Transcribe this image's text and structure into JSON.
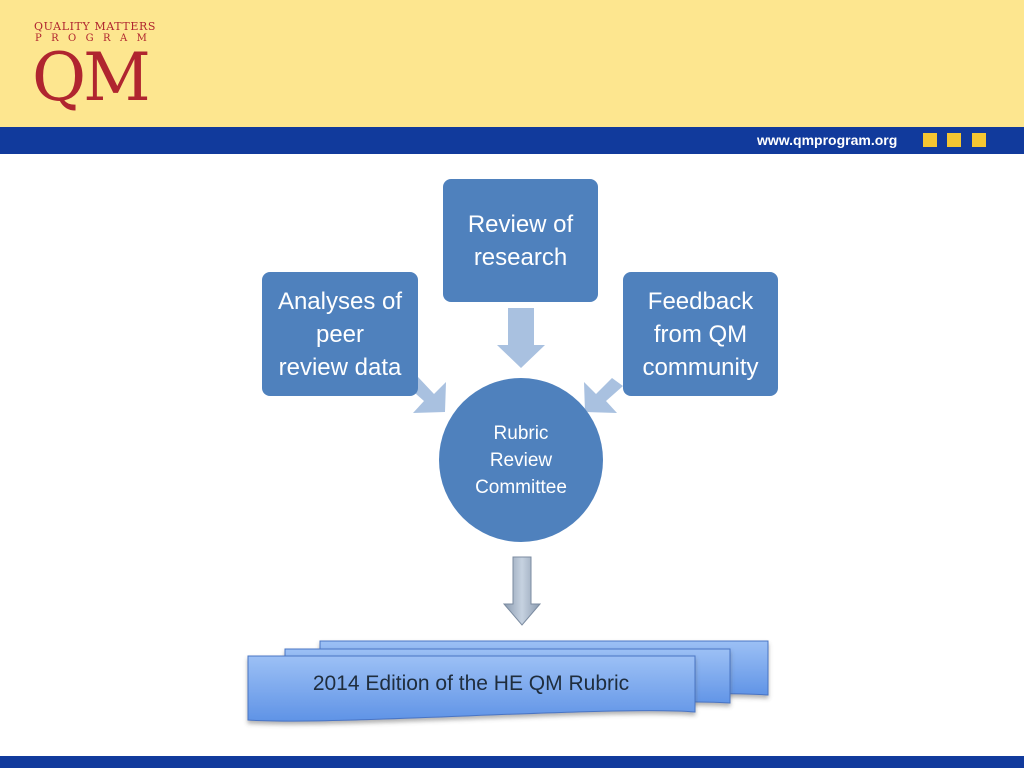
{
  "header": {
    "logo_line1": "QUALITY MATTERS",
    "logo_line2": "PROGRAM",
    "logo_mark": "QM",
    "url": "www.qmprogram.org"
  },
  "colors": {
    "header_bg": "#fde68f",
    "band": "#113a9c",
    "brand_red": "#b0252f",
    "node_fill": "#4f81bd",
    "arrow_fill": "#a9c1e0",
    "square_accent": "#f5c631",
    "output_fill": "#8db3f0"
  },
  "diagram": {
    "input_top": {
      "line1": "Review of",
      "line2": "research"
    },
    "input_left": {
      "line1": "Analyses of",
      "line2": "peer",
      "line3": "review data"
    },
    "input_right": {
      "line1": "Feedback",
      "line2": "from QM",
      "line3": "community"
    },
    "center": {
      "line1": "Rubric",
      "line2": "Review",
      "line3": "Committee"
    },
    "output": "2014 Edition of the HE QM Rubric"
  }
}
